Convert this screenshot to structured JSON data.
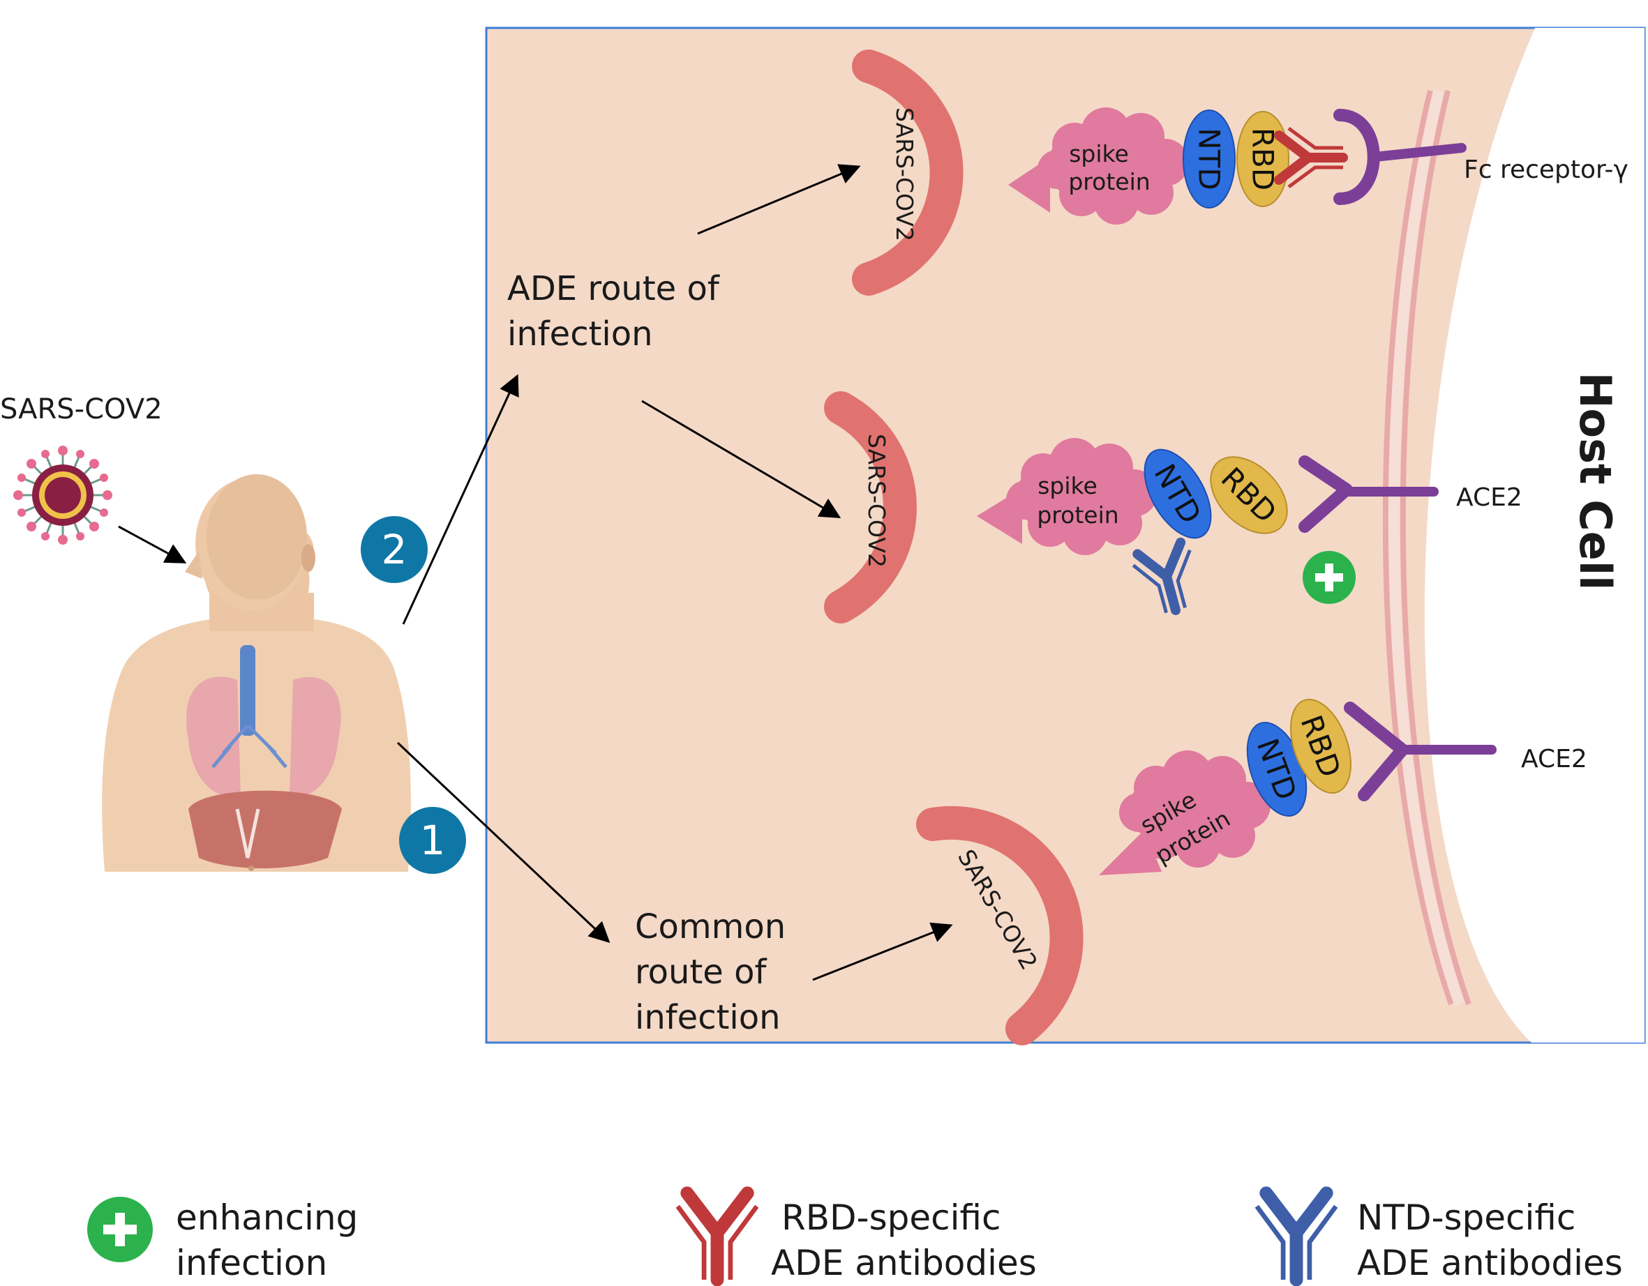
{
  "virus_label": "SARS-COV2",
  "virus_particle_label": "SARS-COV2",
  "spike_label_line1": "spike",
  "spike_label_line2": "protein",
  "ntd_label": "NTD",
  "rbd_label": "RBD",
  "routes": {
    "ade": [
      "ADE route of",
      "infection"
    ],
    "common": [
      "Common",
      "route of",
      "infection"
    ]
  },
  "route_markers": {
    "ade": "2",
    "common": "1"
  },
  "receptors": {
    "fc": "Fc receptor-γ",
    "ace2_middle": "ACE2",
    "ace2_bottom": "ACE2"
  },
  "host_cell_label": "Host Cell",
  "legend": {
    "enhancing": [
      "enhancing",
      "infection"
    ],
    "rbd_antibodies": [
      "RBD-specific",
      "ADE antibodies"
    ],
    "ntd_antibodies": [
      "NTD-specific",
      "ADE antibodies"
    ]
  },
  "colors": {
    "panel_bg": "#f4d9c7",
    "panel_border": "#3f7fd6",
    "virus_arc": "#e0736f",
    "spike": "#e07a9e",
    "ntd": "#2e6fe0",
    "rbd": "#e2b84a",
    "receptor": "#7b3f98",
    "rbd_antibody": "#c0393a",
    "ntd_antibody": "#3e5ea8",
    "marker": "#0f77a6",
    "plus": "#2bb24c",
    "host_text": "#1f4fd0"
  }
}
